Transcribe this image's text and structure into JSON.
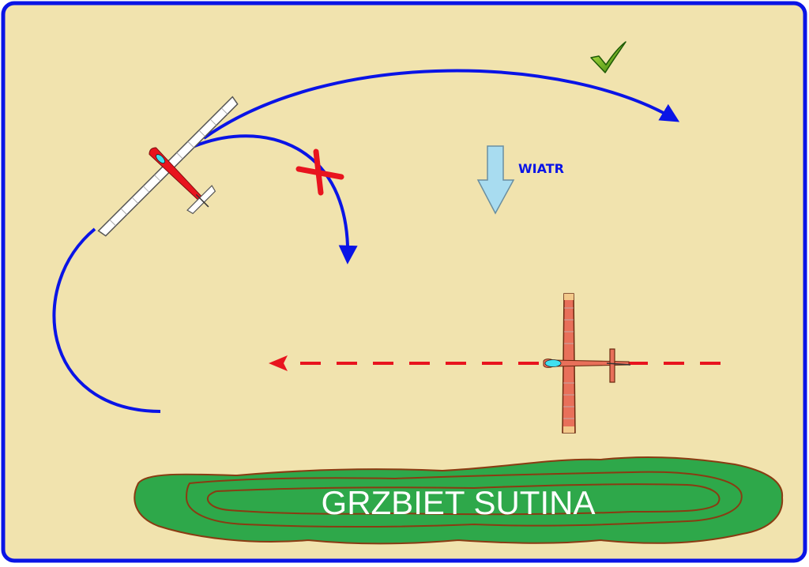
{
  "wind": {
    "label": "WIATR"
  },
  "ridge": {
    "label": "GRZBIET SUTINA"
  },
  "marks": {
    "correct_path": "check-mark",
    "wrong_path": "cross-mark"
  },
  "colors": {
    "background": "#f1e3ae",
    "frame": "#0a14e6",
    "path": "#0a14e6",
    "ridge_fill": "#2ea84a",
    "ridge_stroke": "#8a3b12",
    "wind_arrow": "#a8dcf0",
    "cross": "#e8141e",
    "check": "#4a9a10",
    "approach_dash": "#e8141e"
  }
}
